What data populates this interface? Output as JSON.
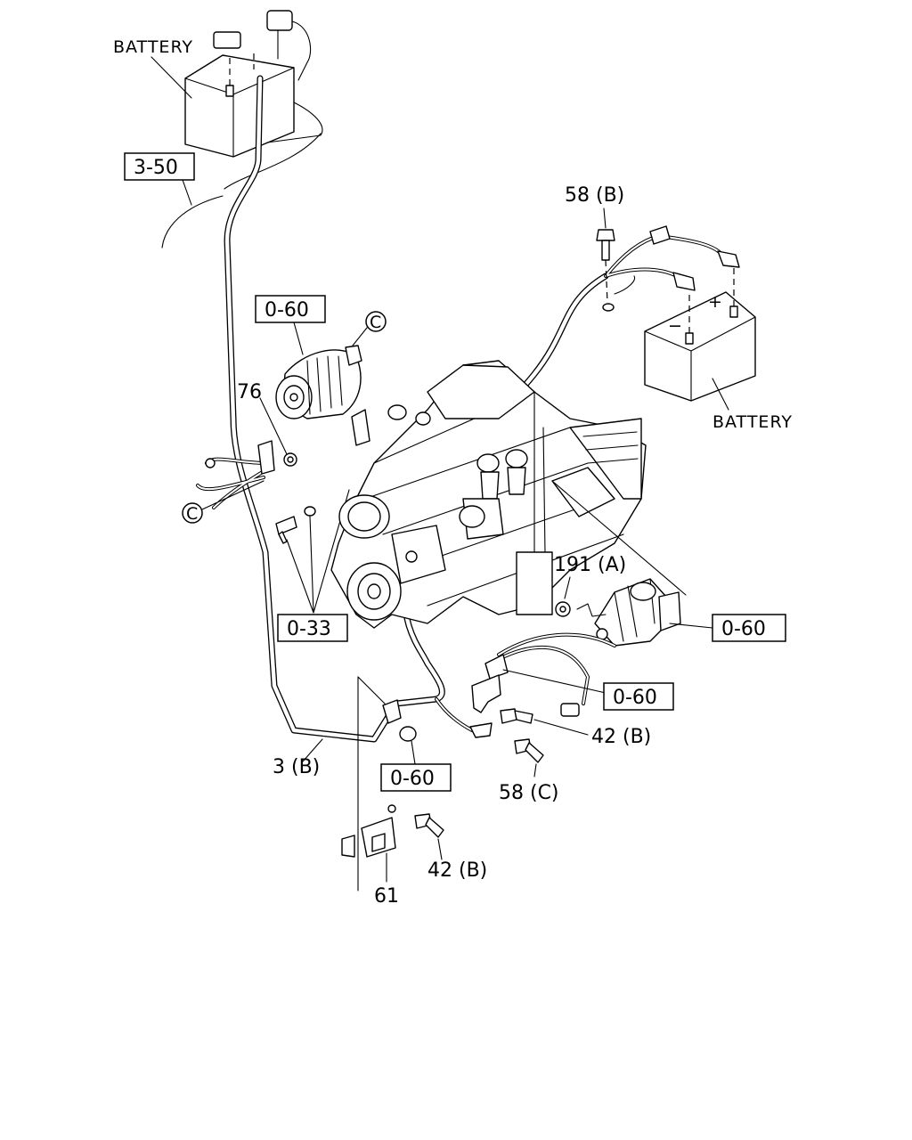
{
  "labels": {
    "battery_top": "BATTERY",
    "battery_right": "BATTERY",
    "ref_3_50": "3-50",
    "ref_0_60_alt": "0-60",
    "ref_0_33": "0-33",
    "ref_0_60_starter": "0-60",
    "ref_0_60_bracket": "0-60",
    "ref_0_60_lower": "0-60",
    "part_76": "76",
    "part_58b": "58 (B)",
    "part_191a": "191 (A)",
    "part_42b_right": "42 (B)",
    "part_58c": "58 (C)",
    "part_3b": "3 (B)",
    "part_42b_lower": "42 (B)",
    "part_61": "61",
    "marker_c_upper": "C",
    "marker_c_lower": "C",
    "polarity_minus": "−",
    "polarity_plus": "+"
  }
}
